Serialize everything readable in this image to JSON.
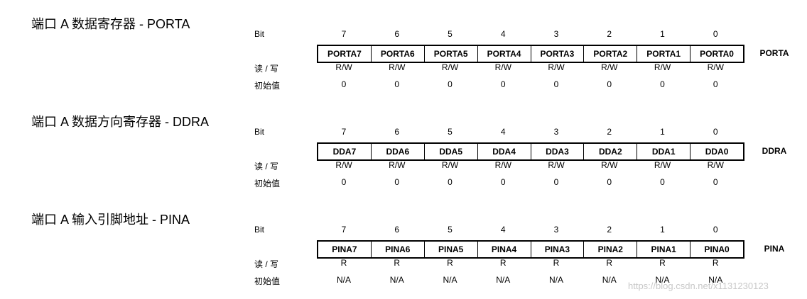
{
  "labels": {
    "bit": "Bit",
    "rw": "读 / 写",
    "init": "初始值"
  },
  "registers": [
    {
      "title": "端口 A 数据寄存器 - PORTA",
      "name": "PORTA",
      "bits": [
        "7",
        "6",
        "5",
        "4",
        "3",
        "2",
        "1",
        "0"
      ],
      "fields": [
        "PORTA7",
        "PORTA6",
        "PORTA5",
        "PORTA4",
        "PORTA3",
        "PORTA2",
        "PORTA1",
        "PORTA0"
      ],
      "rw": [
        "R/W",
        "R/W",
        "R/W",
        "R/W",
        "R/W",
        "R/W",
        "R/W",
        "R/W"
      ],
      "init": [
        "0",
        "0",
        "0",
        "0",
        "0",
        "0",
        "0",
        "0"
      ]
    },
    {
      "title": "端口 A 数据方向寄存器 - DDRA",
      "name": "DDRA",
      "bits": [
        "7",
        "6",
        "5",
        "4",
        "3",
        "2",
        "1",
        "0"
      ],
      "fields": [
        "DDA7",
        "DDA6",
        "DDA5",
        "DDA4",
        "DDA3",
        "DDA2",
        "DDA1",
        "DDA0"
      ],
      "rw": [
        "R/W",
        "R/W",
        "R/W",
        "R/W",
        "R/W",
        "R/W",
        "R/W",
        "R/W"
      ],
      "init": [
        "0",
        "0",
        "0",
        "0",
        "0",
        "0",
        "0",
        "0"
      ]
    },
    {
      "title": "端口 A 输入引脚地址 - PINA",
      "name": "PINA",
      "bits": [
        "7",
        "6",
        "5",
        "4",
        "3",
        "2",
        "1",
        "0"
      ],
      "fields": [
        "PINA7",
        "PINA6",
        "PINA5",
        "PINA4",
        "PINA3",
        "PINA2",
        "PINA1",
        "PINA0"
      ],
      "rw": [
        "R",
        "R",
        "R",
        "R",
        "R",
        "R",
        "R",
        "R"
      ],
      "init": [
        "N/A",
        "N/A",
        "N/A",
        "N/A",
        "N/A",
        "N/A",
        "N/A",
        "N/A"
      ]
    }
  ],
  "watermark": "https://blog.csdn.net/x1131230123"
}
